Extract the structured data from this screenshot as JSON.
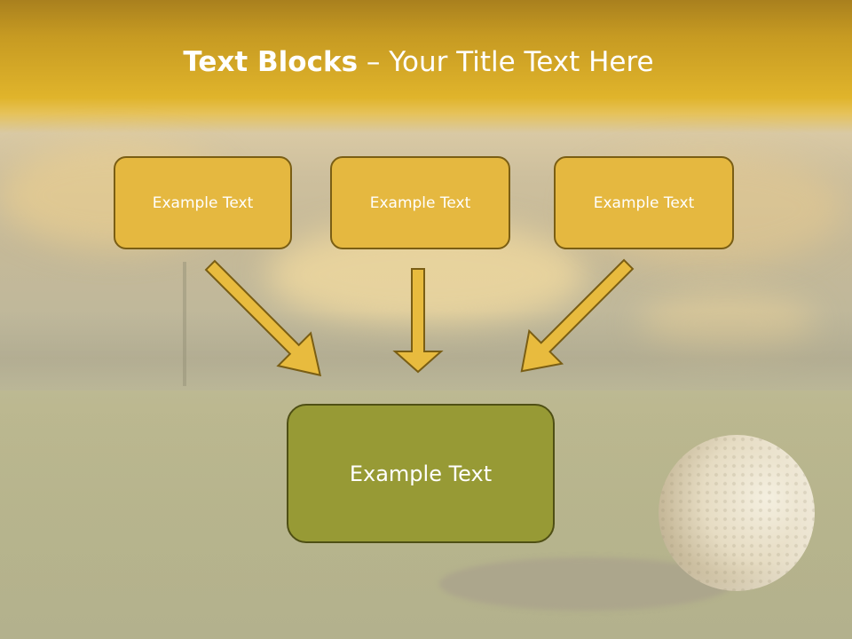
{
  "slide": {
    "title_bold": "Text Blocks",
    "title_separator": " – ",
    "title_rest": "Your Title Text Here",
    "boxes": {
      "left": "Example Text",
      "center": "Example Text",
      "right": "Example Text",
      "bottom": "Example Text"
    }
  },
  "colors": {
    "box_fill": "#e5b840",
    "box_border": "#7a5e14",
    "bottom_box_fill": "#979a35",
    "bottom_box_border": "#4f4f14",
    "arrow_fill": "#e8bb3e",
    "arrow_border": "#7a5e14",
    "header_band": "#e0b42b"
  },
  "background": {
    "image": "golf-ball-on-green"
  }
}
